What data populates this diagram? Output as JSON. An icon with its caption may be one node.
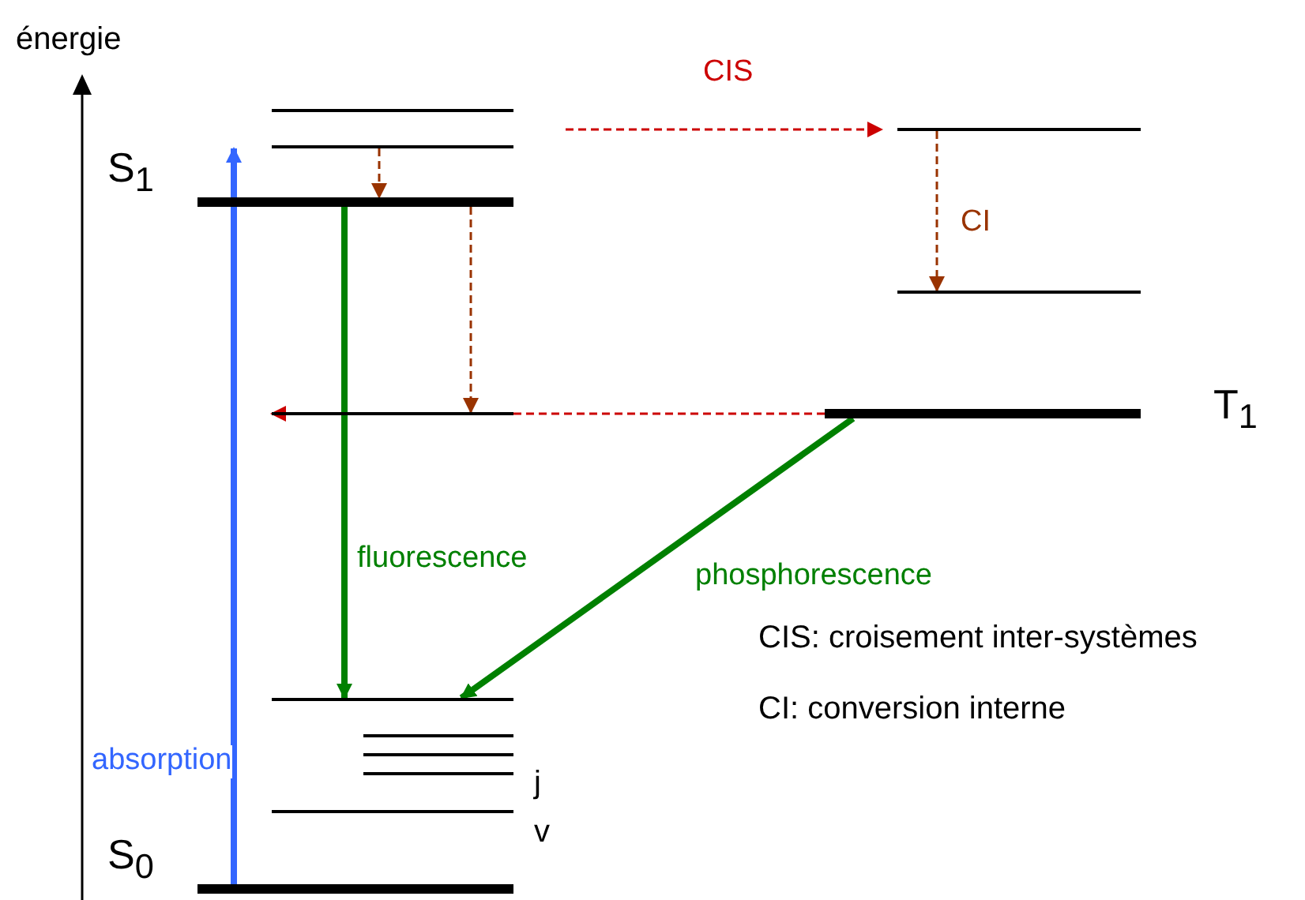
{
  "diagram": {
    "nodes": [
      {
        "text": [],
        "shape": "bar"
      },
      {
        "text": [],
        "shape": "bar"
      },
      {
        "text": [],
        "shape": "bar",
        "beside": [
          "S$_{1}$"
        ]
      },
      {
        "text": [],
        "shape": "bar"
      },
      {
        "text": [],
        "shape": "bar"
      },
      {
        "text": [],
        "shape": "bar"
      },
      {
        "text": [],
        "shape": "bar"
      },
      {
        "text": [],
        "shape": "bar"
      },
      {
        "text": [],
        "shape": "bar"
      },
      {
        "text": [],
        "shape": "bar",
        "beside": [
          "S$_{0}$"
        ]
      },
      {
        "text": [],
        "shape": "bar"
      },
      {
        "text": [],
        "shape": "bar"
      },
      {
        "text": [],
        "shape": "bar",
        "beside": [
          "T$_{1}$"
        ]
      }
    ],
    "edges": [
      {
        "from": 9,
        "to": 1,
        "arrow": "to",
        "label": "absorption",
        "style": "thick",
        "color": "#3366ff"
      },
      {
        "from": 1,
        "to": 2,
        "arrow": "to",
        "style": "dashed",
        "color": "#993300"
      },
      {
        "from": 2,
        "to": 3,
        "arrow": "to",
        "style": "dashed",
        "color": "#993300"
      },
      {
        "from": 2,
        "to": 4,
        "arrow": "to",
        "label": "fluorescence",
        "style": "thick",
        "color": "#008000"
      },
      {
        "from": null,
        "to": 10,
        "arrow": "to",
        "label": "CIS",
        "style": "dashed",
        "color": "#cc0000"
      },
      {
        "from": 10,
        "to": 11,
        "arrow": "to",
        "label": "CI",
        "style": "dashed",
        "color": "#993300"
      },
      {
        "from": 12,
        "to": 3,
        "arrow": "to",
        "style": "dashed",
        "color": "#cc0000"
      },
      {
        "from": 12,
        "to": 4,
        "arrow": "to",
        "label": "phosphorescence",
        "style": "thick",
        "color": "#008000"
      }
    ],
    "labels": [
      "énergie",
      "CIS: croisement inter-systèmes",
      "CI: conversion interne",
      "j",
      "v"
    ]
  }
}
